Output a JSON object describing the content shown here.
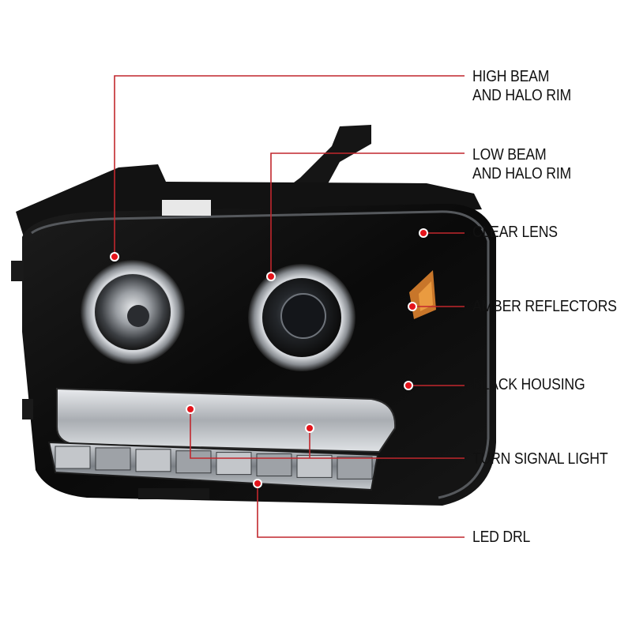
{
  "colors": {
    "leader_line": "#c1272d",
    "marker_dot": "#e4141b",
    "housing": "#0b0b0b",
    "chrome": "#b9bcc0",
    "label_text": "#111111"
  },
  "callouts": [
    {
      "id": "high-beam",
      "lines": [
        "HIGH BEAM",
        "AND HALO RIM"
      ]
    },
    {
      "id": "low-beam",
      "lines": [
        "LOW BEAM",
        "AND HALO RIM"
      ]
    },
    {
      "id": "clear-lens",
      "lines": [
        "CLEAR LENS"
      ]
    },
    {
      "id": "amber-reflectors",
      "lines": [
        "AMBER REFLECTORS"
      ]
    },
    {
      "id": "black-housing",
      "lines": [
        "BLACK HOUSING"
      ]
    },
    {
      "id": "turn-signal",
      "lines": [
        "TURN SIGNAL LIGHT"
      ]
    },
    {
      "id": "led-drl",
      "lines": [
        "LED DRL"
      ]
    }
  ]
}
